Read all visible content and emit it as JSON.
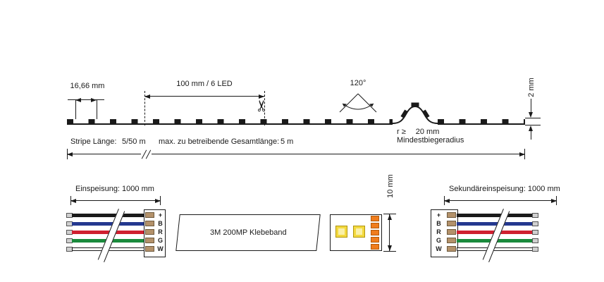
{
  "colors": {
    "outline": "#1a1a1a",
    "wire_plus_black": "#1a1a1a",
    "wire_b_blue": "#24388f",
    "wire_r_red": "#cf2030",
    "wire_g_green": "#1a8a3c",
    "wire_w_white": "#ffffff",
    "solder_pad_tan": "#b3916a",
    "contact_pad_orange": "#f07d1d",
    "led_chip_yellow": "#f3d93f"
  },
  "icons": {
    "scissors": "✂"
  },
  "top": {
    "pitch_dim": "16,66 mm",
    "segment_dim": "100 mm / 6 LED",
    "beam_angle": "120°",
    "thickness_dim": "2 mm",
    "bend_radius": "r ≥",
    "bend_radius_value": "20 mm",
    "bend_radius_caption": "Mindestbiegeradius",
    "stripe_length_label": "Stripe Länge:",
    "stripe_length_value": "5/50 m",
    "max_total_label": "max. zu betreibende Gesamtlänge:",
    "max_total_value": "5 m"
  },
  "bottom": {
    "feed_dim": "Einspeisung: 1000 mm",
    "secondary_feed_dim": "Sekundäreinspeisung: 1000 mm",
    "tape_label": "3M 200MP Klebeband",
    "width_dim": "10 mm",
    "wire_labels": [
      "+",
      "B",
      "R",
      "G",
      "W"
    ]
  }
}
